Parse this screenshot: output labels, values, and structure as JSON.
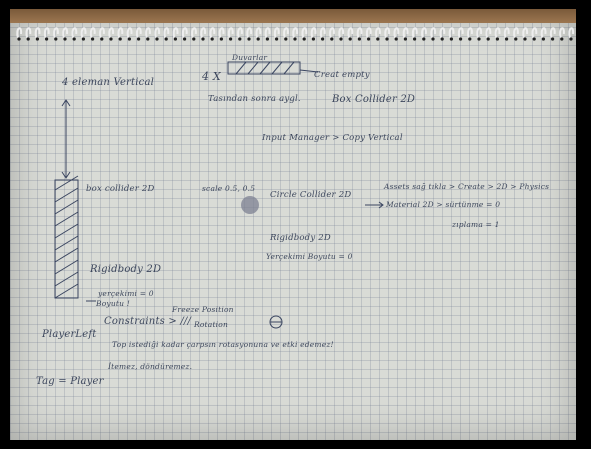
{
  "notes": {
    "line1": "4 X",
    "line2": "Duvarlar",
    "line3": "Creat empty",
    "line4": "4 eleman Vertical",
    "line5": "Tasından sonra aygl.",
    "line6": "Box Collider 2D",
    "line7": "Input Manager > Copy Vertical",
    "line8": "box collider 2D",
    "line9": "scale 0.5, 0.5",
    "line10": "Circle Collider 2D",
    "line11": "Assets sağ tıkla > Create > 2D > Physics",
    "line12": "Material 2D > sürtünme = 0",
    "line13": "zıplama = 1",
    "line14": "Rigidbody 2D",
    "line15": "Yerçekimi Boyutu = 0",
    "line16": "Rigidbody 2D",
    "line17": "yerçekimi = 0",
    "line18": "Boyutu !",
    "line19": "Freeze Position",
    "line20": "Constraints > ///",
    "line21": "Rotation",
    "line22": "PlayerLeft",
    "line23": "Top istediği kadar çarpsın rotasyonuna ve etki edemez!",
    "line24": "İtemez, döndüremez.",
    "line25": "Tag = Player"
  },
  "ink_color": "#2f3a52",
  "paper_color": "#d9dbd6"
}
